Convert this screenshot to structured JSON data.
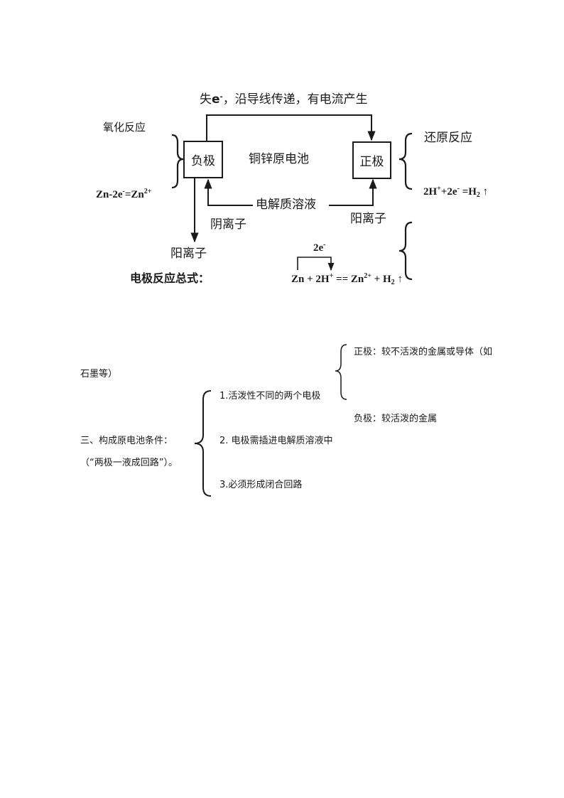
{
  "diagram": {
    "top_label_prefix": "失",
    "top_label_e": "e",
    "top_label_e_sup": "-",
    "top_label_rest": "，沿导线传递，有电流产生",
    "oxidation": "氧化反应",
    "reduction": "还原反应",
    "negative_electrode": "负极",
    "positive_electrode": "正极",
    "cell_name": "铜锌原电池",
    "electrolyte": "电解质溶液",
    "anion": "阴离子",
    "cation_left": "阳离子",
    "cation_right": "阳离子",
    "neg_eq": {
      "a": "Zn-2e",
      "a_sup": "-",
      "b": "=Zn",
      "b_sup": "2+"
    },
    "pos_eq": {
      "a": "2H",
      "a_sup": "+",
      "b": "+2e",
      "b_sup": "-",
      "c": " =H",
      "c_sub": "2",
      "arrow": " ↑"
    },
    "total_label": "电极反应总式：",
    "electron_transfer": "2e",
    "electron_transfer_sup": "-",
    "total_eq": {
      "a": "Zn + 2H",
      "a_sup": "+",
      "b": " == Zn",
      "b_sup": "2+",
      "c": " + H",
      "c_sub": "2",
      "arrow": " ↑"
    }
  },
  "conditions": {
    "positive_desc": "正极：较不活泼的金属或导体（如",
    "positive_desc_cont": "石墨等）",
    "item1": "1.活泼性不同的两个电极",
    "negative_desc": "负极：较活泼的金属",
    "heading": "三、构成原电池条件：",
    "item2": "2.  电极需插进电解质溶液中",
    "summary": "（“两极一液成回路”）。",
    "item3": "3.必须形成闭合回路"
  }
}
